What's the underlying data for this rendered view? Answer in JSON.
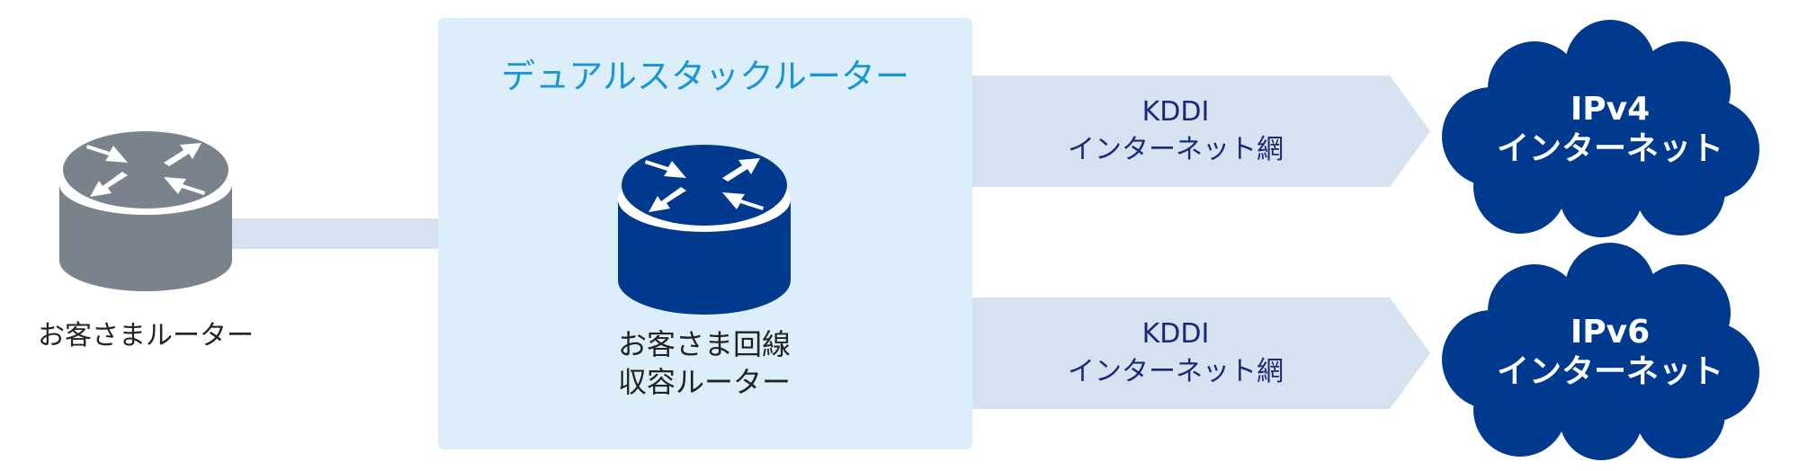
{
  "customer_router": {
    "label": "お客さまルーター",
    "icon": "router-icon",
    "color": "#7a828b"
  },
  "dual_stack": {
    "title": "デュアルスタックルーター",
    "title_color": "#1a96d4",
    "panel_color": "#dbeef9",
    "router_icon": "router-icon",
    "router_color": "#003a8e",
    "router_label_line1": "お客さま回線",
    "router_label_line2": "収容ルーター"
  },
  "connections": [
    {
      "label_line1": "KDDI",
      "label_line2": "インターネット網",
      "arrow_icon": "arrow-right-icon",
      "color": "#d6e2f0"
    },
    {
      "label_line1": "KDDI",
      "label_line2": "インターネット網",
      "arrow_icon": "arrow-right-icon",
      "color": "#d6e2f0"
    }
  ],
  "clouds": [
    {
      "label_line1": "IPv4",
      "label_line2": "インターネット",
      "icon": "cloud-icon",
      "color": "#003a8e"
    },
    {
      "label_line1": "IPv6",
      "label_line2": "インターネット",
      "icon": "cloud-icon",
      "color": "#003a8e"
    }
  ]
}
